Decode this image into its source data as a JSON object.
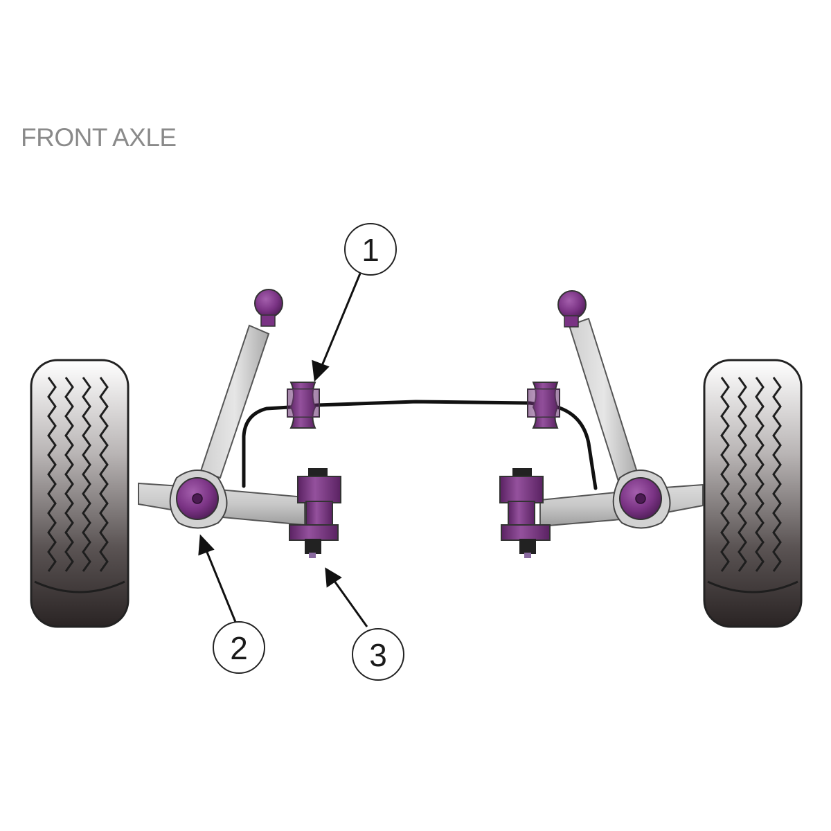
{
  "title": "FRONT AXLE",
  "callouts": [
    {
      "id": "1",
      "label": "1"
    },
    {
      "id": "2",
      "label": "2"
    },
    {
      "id": "3",
      "label": "3"
    }
  ],
  "colors": {
    "bush_purple": "#6b2a74",
    "bush_purple_light": "#9c5aa4",
    "arm_gray": "#bdbdbd",
    "tyre_dark": "#3a3333",
    "title_gray": "#8a8a8a"
  }
}
